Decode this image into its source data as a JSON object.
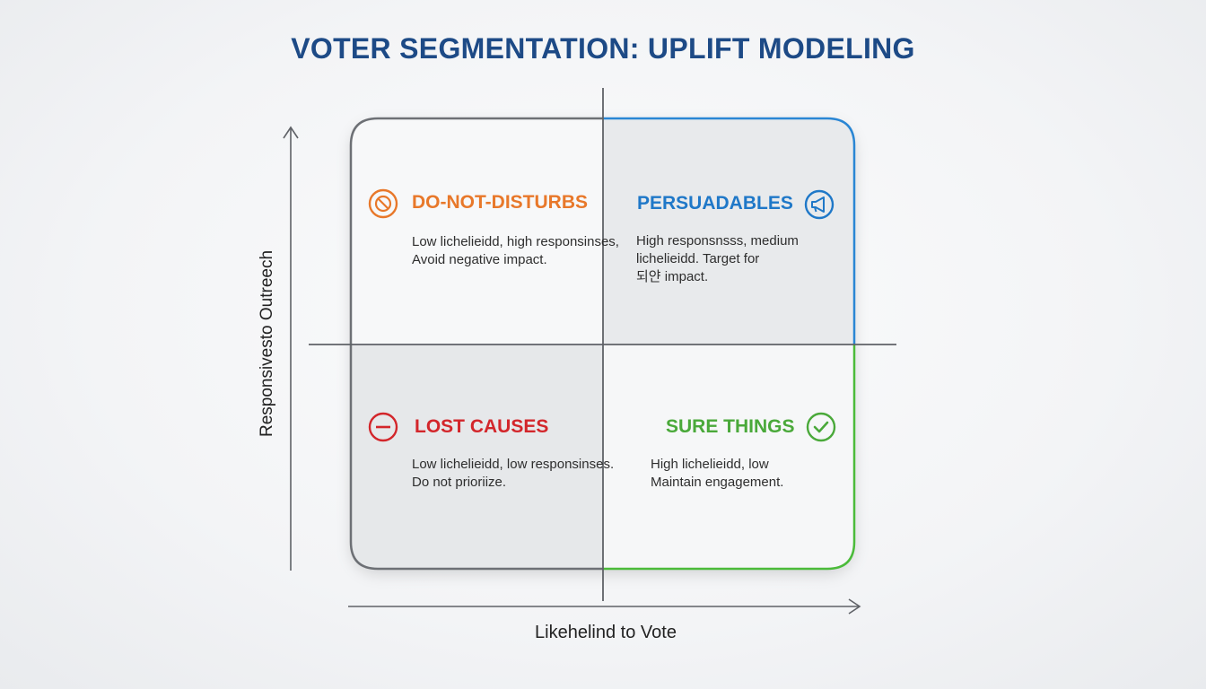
{
  "title": "VOTER SEGMENTATION: UPLIFT MODELING",
  "axes": {
    "x_label": "Likehelind to Vote",
    "y_label": "Responsivesto Outreech"
  },
  "quadrants": {
    "do_not_disturbs": {
      "title": "DO-NOT-DISTURBS",
      "line1": "Low lichelieidd, high responsinses,",
      "line2": "Avoid negative impact.",
      "color": "#e8782a",
      "icon": "prohibited-icon"
    },
    "persuadables": {
      "title": "PERSUADABLES",
      "line1": "High responsnsss, medium",
      "line2": "lichelieidd. Target for",
      "line3": "되얀 impact.",
      "color": "#1f78c8",
      "icon": "megaphone-icon"
    },
    "lost_causes": {
      "title": "LOST CAUSES",
      "line1": "Low lichelieidd, low responsinses.",
      "line2": "Do not prioriize.",
      "color": "#d3262b",
      "icon": "minus-circle-icon"
    },
    "sure_things": {
      "title": "SURE THINGS",
      "line1": "High lichelieidd, low",
      "line2": "Maintain engagement.",
      "color": "#4aa93a",
      "icon": "check-circle-icon"
    }
  }
}
